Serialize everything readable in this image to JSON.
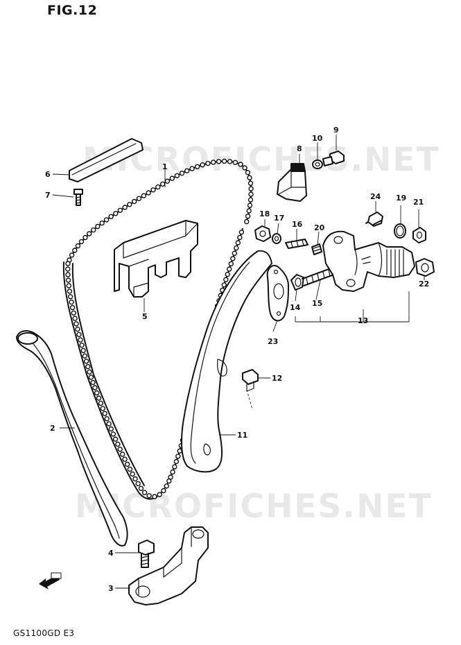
{
  "figure": {
    "title": "FIG.12",
    "model_code": "GS1100GD E3",
    "watermarks": [
      "MICROFICHES.NET",
      "MICROFICHES.NET"
    ]
  },
  "callouts": {
    "p1": "1",
    "p2": "2",
    "p3": "3",
    "p4": "4",
    "p5": "5",
    "p6": "6",
    "p7": "7",
    "p8": "8",
    "p9": "9",
    "p10": "10",
    "p11": "11",
    "p12": "12",
    "p13": "13",
    "p14": "14",
    "p15": "15",
    "p16": "16",
    "p17": "17",
    "p18": "18",
    "p19": "19",
    "p20": "20",
    "p21": "21",
    "p22": "22",
    "p23": "23",
    "p24": "24"
  },
  "icons": {
    "front_arrow": "front-direction-arrow-icon"
  }
}
